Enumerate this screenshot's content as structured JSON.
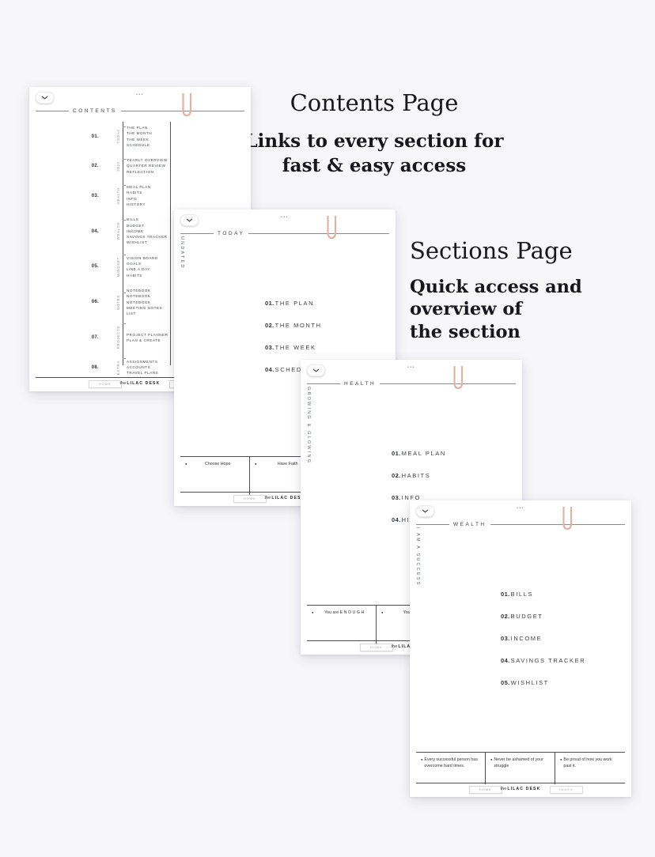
{
  "background_color": "#f7f7fa",
  "colors": {
    "paperclip": "#e2b3a0",
    "rule_line": "#8c8c8c",
    "dark_text": "#363b42"
  },
  "icons": {
    "ellipsis": "•••",
    "bullet": "●",
    "chevron_down": "chevron-down"
  },
  "captions": {
    "contents_title": "Contents Page",
    "contents_sub_line1": "Links to every section for",
    "contents_sub_line2": "fast & easy access",
    "sections_title": "Sections Page",
    "sections_sub_line1": "Quick access and overview of",
    "sections_sub_line2": "the section"
  },
  "footer": {
    "home": "HOME",
    "brand_prefix": "the",
    "brand_name": "LILAC DESK",
    "index": "INDEX"
  },
  "pages": {
    "contents": {
      "title": "CONTENTS",
      "groups": [
        {
          "num": "01.",
          "category": "TODAY",
          "items": "THE PLAN\nTHE MONTH\nTHE WEEK\nSCHEDULE"
        },
        {
          "num": "02.",
          "category": "2021",
          "items": "YEARLY OVERVIEW\nQUARTER REVIEW\nREFLECTION"
        },
        {
          "num": "03.",
          "category": "HEALTH",
          "items": "MEAL PLAN\nHABITS\nINFO\nHISTORY"
        },
        {
          "num": "04.",
          "category": "WEALTH",
          "items": "BILLS\nBUDGET\nINCOME\nSAVINGS TRACKER\nWISHLIST"
        },
        {
          "num": "05.",
          "category": "MINDSET",
          "items": "VISION BOARD\nGOALS\nLINE A DAY\nHABITS"
        },
        {
          "num": "06.",
          "category": "NOTES",
          "items": "NOTEBOOK\nNOTEBOOK\nNOTEBOOK\nMEETING NOTES\nLIST"
        },
        {
          "num": "07.",
          "category": "PROJECTS",
          "items": "PROJECT PLANNER\nPLAN & CREATE"
        },
        {
          "num": "08.",
          "category": "EXTRA",
          "items": "ASSIGNMENTS\nACCOUNTS\nTRAVEL PLANS"
        }
      ]
    },
    "today": {
      "title": "TODAY",
      "side_label": "UNDATED",
      "menu": [
        {
          "num": "01.",
          "label": "THE PLAN"
        },
        {
          "num": "02.",
          "label": "THE MONTH"
        },
        {
          "num": "03.",
          "label": "THE WEEK"
        },
        {
          "num": "04.",
          "label": "SCHEDULE"
        }
      ],
      "quotes": [
        "Choose Hope",
        "Have Faith"
      ]
    },
    "health": {
      "title": "HEALTH",
      "side_label": "GROWING & GLOWING",
      "menu": [
        {
          "num": "01.",
          "label": "MEAL PLAN"
        },
        {
          "num": "02.",
          "label": "HABITS"
        },
        {
          "num": "03.",
          "label": "INFO"
        },
        {
          "num": "04.",
          "label": "HISTORY"
        }
      ],
      "quotes": [
        "You are E N O U G H",
        "You are C A"
      ]
    },
    "wealth": {
      "title": "WEALTH",
      "side_label": "I AM A SUCCESS",
      "menu": [
        {
          "num": "01.",
          "label": "BILLS"
        },
        {
          "num": "02.",
          "label": "BUDGET"
        },
        {
          "num": "03.",
          "label": "INCOME"
        },
        {
          "num": "04.",
          "label": "SAVINGS TRACKER"
        },
        {
          "num": "05.",
          "label": "WISHLIST"
        }
      ],
      "quotes": [
        "Every successful person has overcome hard times.",
        "Never be ashamed of your struggle",
        "Be proud of how you work past it."
      ]
    }
  }
}
